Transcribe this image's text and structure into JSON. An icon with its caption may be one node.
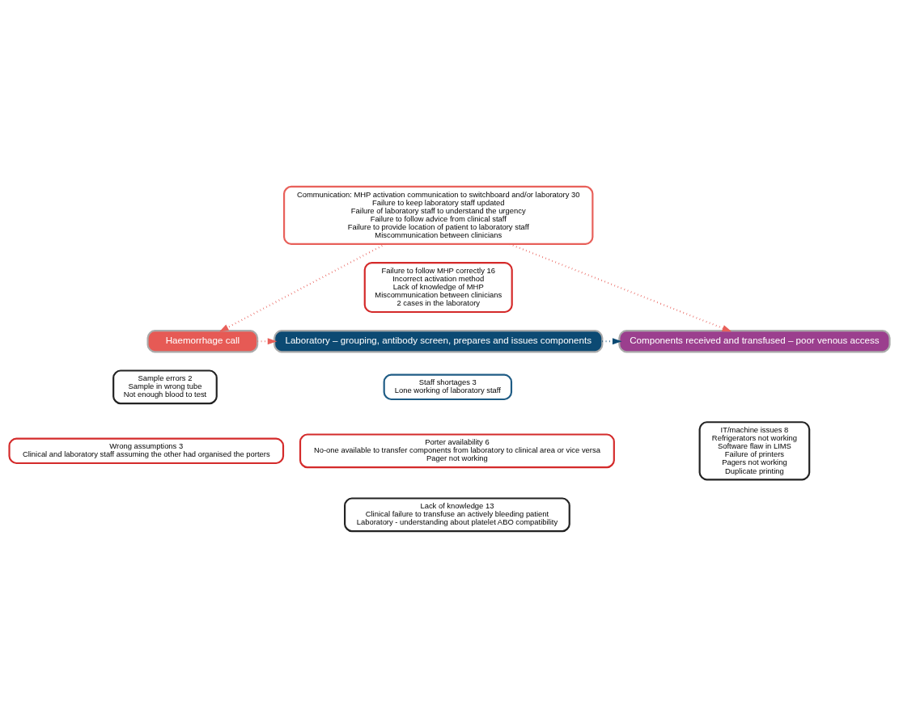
{
  "diagram": {
    "nodes": [
      {
        "text": [
          "Communication: MHP activation communication to switchboard and/or laboratory 30",
          "Failure to keep laboratory staff updated",
          "Failure of laboratory staff to understand the urgency",
          "Failure to follow advice from clinical staff",
          "Failure to provide location of patient to laboratory staff",
          "Miscommunication between clinicians"
        ]
      },
      {
        "text": [
          "Failure to follow MHP correctly 16",
          "Incorrect activation method",
          "Lack of knowledge of MHP",
          "Miscommunication between clinicians",
          "2 cases in the laboratory"
        ]
      },
      {
        "text": [
          "Haemorrhage call"
        ]
      },
      {
        "text": [
          "Laboratory – grouping, antibody screen, prepares and issues components"
        ]
      },
      {
        "text": [
          "Components received and transfused – poor venous access"
        ]
      },
      {
        "text": [
          "Sample errors 2",
          "Sample in wrong tube",
          "Not enough blood to test"
        ]
      },
      {
        "text": [
          "Staff shortages 3",
          "Lone working of laboratory staff"
        ]
      },
      {
        "text": [
          "Wrong assumptions 3",
          "Clinical and laboratory staff assuming the other had organised the porters"
        ]
      },
      {
        "text": [
          "Porter availability 6",
          "No-one available to transfer components from laboratory to clinical area or vice versa",
          "Pager not working"
        ]
      },
      {
        "text": [
          "IT/machine issues 8",
          "Refrigerators not working",
          "Software flaw in LIMS",
          "Failure of printers",
          "Pagers not working",
          "Duplicate printing"
        ]
      },
      {
        "text": [
          "Lack of knowledge 13",
          "Clinical failure to transfuse an actively bleeding patient",
          "Laboratory - understanding about platelet ABO compatibility"
        ]
      }
    ],
    "edges": [
      {
        "from": 0,
        "to": 2,
        "arrow": "to",
        "style": "dashed"
      },
      {
        "from": 0,
        "to": 4,
        "arrow": "to",
        "style": "dashed"
      },
      {
        "from": 2,
        "to": 3,
        "arrow": "to",
        "style": "dashed"
      },
      {
        "from": 3,
        "to": 4,
        "arrow": "to",
        "style": "dashed",
        "color": "#0c4a73"
      }
    ]
  }
}
